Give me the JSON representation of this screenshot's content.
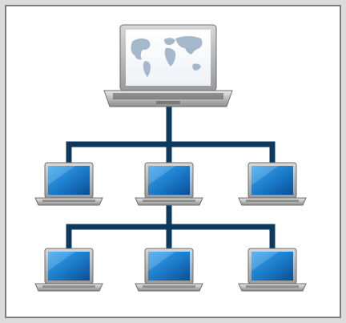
{
  "diagram": {
    "type": "network-topology",
    "root": {
      "node": "server-laptop",
      "screen": "world-map"
    },
    "levels": [
      {
        "nodes": [
          "laptop",
          "laptop",
          "laptop"
        ]
      },
      {
        "nodes": [
          "laptop",
          "laptop",
          "laptop"
        ]
      }
    ],
    "connector_color": "#0d3a5c",
    "screen_color": "#1f7fc9",
    "frame_color": "#ffffff",
    "background_color": "#dcdcdc"
  }
}
